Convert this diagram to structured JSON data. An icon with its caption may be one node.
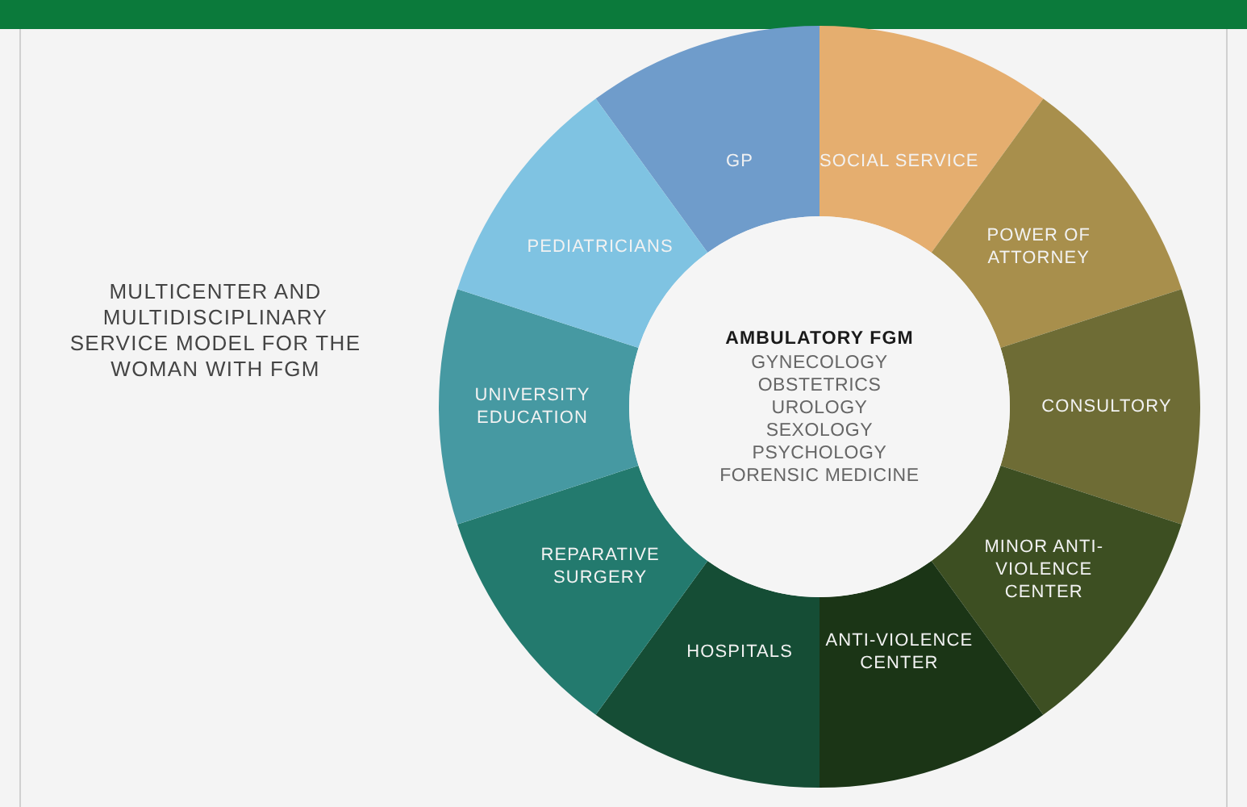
{
  "diagram": {
    "nodes": [
      {
        "text": [
          "AMBULATORY FGM",
          "GYNECOLOGY",
          "OBSTETRICS",
          "UROLOGY",
          "SEXOLOGY",
          "PSYCHOLOGY",
          "FORENSIC MEDICINE"
        ]
      },
      {
        "text": [
          "GP"
        ]
      },
      {
        "text": [
          "SOCIAL SERVICE"
        ]
      },
      {
        "text": [
          "POWER OF ATTORNEY"
        ]
      },
      {
        "text": [
          "CONSULTORY"
        ]
      },
      {
        "text": [
          "MINOR ANTI-VIOLENCE CENTER"
        ]
      },
      {
        "text": [
          "ANTI-VIOLENCE CENTER"
        ]
      },
      {
        "text": [
          "HOSPITALS"
        ]
      },
      {
        "text": [
          "REPARATIVE SURGERY"
        ]
      },
      {
        "text": [
          "UNIVERSITY EDUCATION"
        ]
      },
      {
        "text": [
          "PEDIATRICIANS"
        ]
      }
    ],
    "labels": [
      "MULTICENTER AND MULTIDISCIPLINARY SERVICE MODEL FOR THE WOMAN WITH FGM"
    ]
  }
}
